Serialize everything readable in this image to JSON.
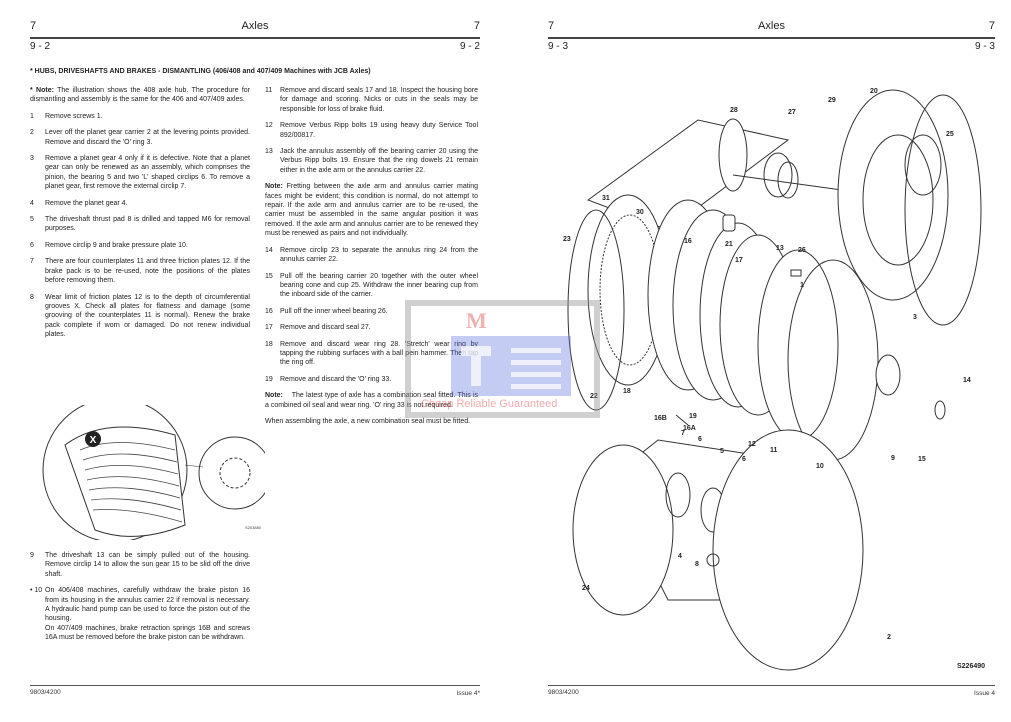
{
  "left_page": {
    "chapter_left": "7",
    "chapter_title": "Axles",
    "chapter_right": "7",
    "section_left": "9 - 2",
    "section_right": "9 - 2",
    "heading": "* HUBS, DRIVESHAFTS AND BRAKES - DISMANTLING (406/408 and 407/409 Machines with JCB Axles)",
    "intro_note_label": "* Note:",
    "intro_note": "The illustration shows the 408 axle hub. The procedure for dismantling and assembly is the same for the 406 and 407/409 axles.",
    "steps_a": [
      {
        "n": "1",
        "text": "Remove screws 1."
      },
      {
        "n": "2",
        "text": "Lever off the planet gear carrier 2 at the levering points provided. Remove and discard the 'O' ring 3."
      },
      {
        "n": "3",
        "text": "Remove a planet gear 4 only if it is defective. Note that a planet gear can only be renewed as an assembly, which comprises the pinion, the bearing 5 and two 'L' shaped circlips 6. To remove a planet gear, first remove the external circlip 7."
      },
      {
        "n": "4",
        "text": "Remove the planet gear 4."
      },
      {
        "n": "5",
        "text": "The driveshaft thrust pad 8 is drilled and tapped M6 for removal purposes."
      },
      {
        "n": "6",
        "text": "Remove circlip 9 and brake pressure plate 10."
      },
      {
        "n": "7",
        "text": "There are four counterplates 11 and three friction plates 12. If the brake pack is to be re-used, note the positions of the plates before removing them."
      },
      {
        "n": "8",
        "text": "Wear limit of friction plates 12 is to the depth of circumferential grooves X. Check all plates for flatness and damage (some grooving of the counterplates 11 is normal). Renew the brake pack complete if worn or damaged. Do not renew individual plates."
      }
    ],
    "figure_badge": "X",
    "figure_ref": "S203880",
    "steps_b": [
      {
        "n": "9",
        "text": "The driveshaft 13 can be simply pulled out of the housing. Remove circlip 14 to allow the sun gear 15 to be slid off the drive shaft."
      },
      {
        "n": "• 10",
        "text": "On 406/408 machines, carefully withdraw the brake piston 16 from its housing in the annulus carrier 22 if removal is necessary. A hydraulic hand pump can be used to force the piston out of the housing."
      },
      {
        "n": "",
        "text": "On 407/409 machines, brake retraction springs 16B and screws 16A must be removed before the brake piston can be withdrawn."
      }
    ],
    "steps_c": [
      {
        "n": "11",
        "text": "Remove and discard seals 17 and 18. Inspect the housing bore for damage and scoring. Nicks or cuts in the seals may be responsible for loss of brake fluid."
      },
      {
        "n": "12",
        "text": "Remove Verbus Ripp bolts 19 using heavy duty Service Tool 892/00817."
      },
      {
        "n": "13",
        "text": "Jack the annulus assembly off the bearing carrier 20 using the Verbus Ripp bolts 19. Ensure that the ring dowels 21 remain either in the axle arm or the annulus carrier 22."
      }
    ],
    "note1_label": "Note:",
    "note1": "Fretting between the axle arm and annulus carrier mating faces might be evident; this condition is normal, do not attempt to repair. If the axle arm and annulus carrier are to be re-used, the carrier must be assembled in the same angular position it was removed. If the axle arm and annulus carrier are to be renewed they must be renewed as pairs and not individually.",
    "steps_d": [
      {
        "n": "14",
        "text": "Remove circlip 23 to separate the annulus ring 24 from the annulus carrier 22."
      },
      {
        "n": "15",
        "text": "Pull off the bearing carrier 20 together with the outer wheel bearing cone and cup 25. Withdraw the inner bearing cup from the inboard side of the carrier."
      },
      {
        "n": "16",
        "text": "Pull off the inner wheel bearing 26."
      },
      {
        "n": "17",
        "text": "Remove and discard seal 27."
      },
      {
        "n": "18",
        "text": "Remove and discard wear ring 28. 'Stretch' wear ring by tapping the rubbing surfaces with a ball pein hammer. Then tap the ring off."
      },
      {
        "n": "19",
        "text": "Remove and discard the 'O' ring 33."
      }
    ],
    "note2_label": "Note:",
    "note2": "The latest type of axle has a combination seal fitted. This is a combined oil seal and wear ring. 'O' ring 33 is not required.",
    "note3": "When assembling the axle, a new combination seal must be fitted.",
    "footer_left": "9803/4200",
    "footer_right": "Issue 4*"
  },
  "right_page": {
    "chapter_left": "7",
    "chapter_title": "Axles",
    "chapter_right": "7",
    "section_left": "9 - 3",
    "section_right": "9 - 3",
    "figure_ref": "S226490",
    "part_labels": [
      "28",
      "29",
      "20",
      "27",
      "25",
      "31",
      "30",
      "16",
      "21",
      "13",
      "26",
      "17",
      "23",
      "1",
      "3",
      "14",
      "22",
      "18",
      "19",
      "16B",
      "16A",
      "12",
      "11",
      "10",
      "9",
      "15",
      "7",
      "6",
      "5",
      "6",
      "4",
      "8",
      "24",
      "2"
    ],
    "footer_left": "9803/4200",
    "footer_right": "Issue 4"
  },
  "watermark": {
    "letter": "M",
    "slogan": "Cheap Reliable Guaranteed"
  }
}
